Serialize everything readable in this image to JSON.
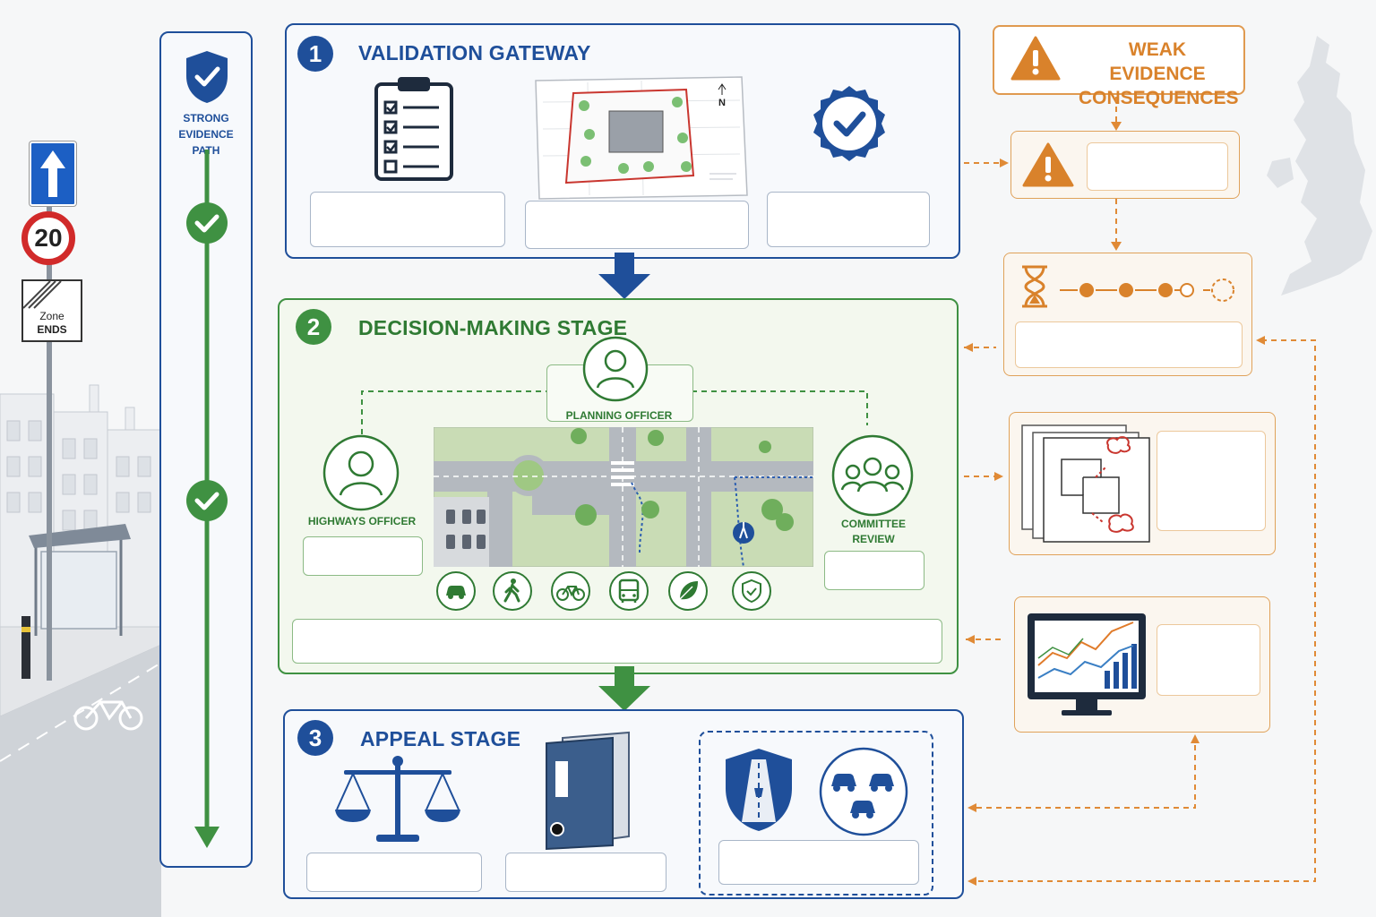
{
  "left_path": {
    "label": "STRONG EVIDENCE PATH"
  },
  "street": {
    "speed_limit": "20",
    "zone_sign_line1": "Zone",
    "zone_sign_line2": "ENDS"
  },
  "validation": {
    "number": "1",
    "title": "VALIDATION GATEWAY",
    "north_label": "N"
  },
  "decision": {
    "number": "2",
    "title": "DECISION-MAKING STAGE",
    "planning_officer": "PLANNING OFFICER",
    "highways_officer": "HIGHWAYS OFFICER",
    "committee_line1": "COMMITTEE",
    "committee_line2": "REVIEW",
    "mode_icons": [
      "car-icon",
      "pedestrian-icon",
      "bicycle-icon",
      "bus-icon",
      "leaf-icon",
      "shield-check-icon"
    ]
  },
  "appeal": {
    "number": "3",
    "title": "APPEAL STAGE"
  },
  "weak": {
    "title_line1": "WEAK EVIDENCE",
    "title_line2": "CONSEQUENCES"
  },
  "colors": {
    "blue": "#1f4f9a",
    "green": "#3f9142",
    "orange": "#d9822b"
  }
}
